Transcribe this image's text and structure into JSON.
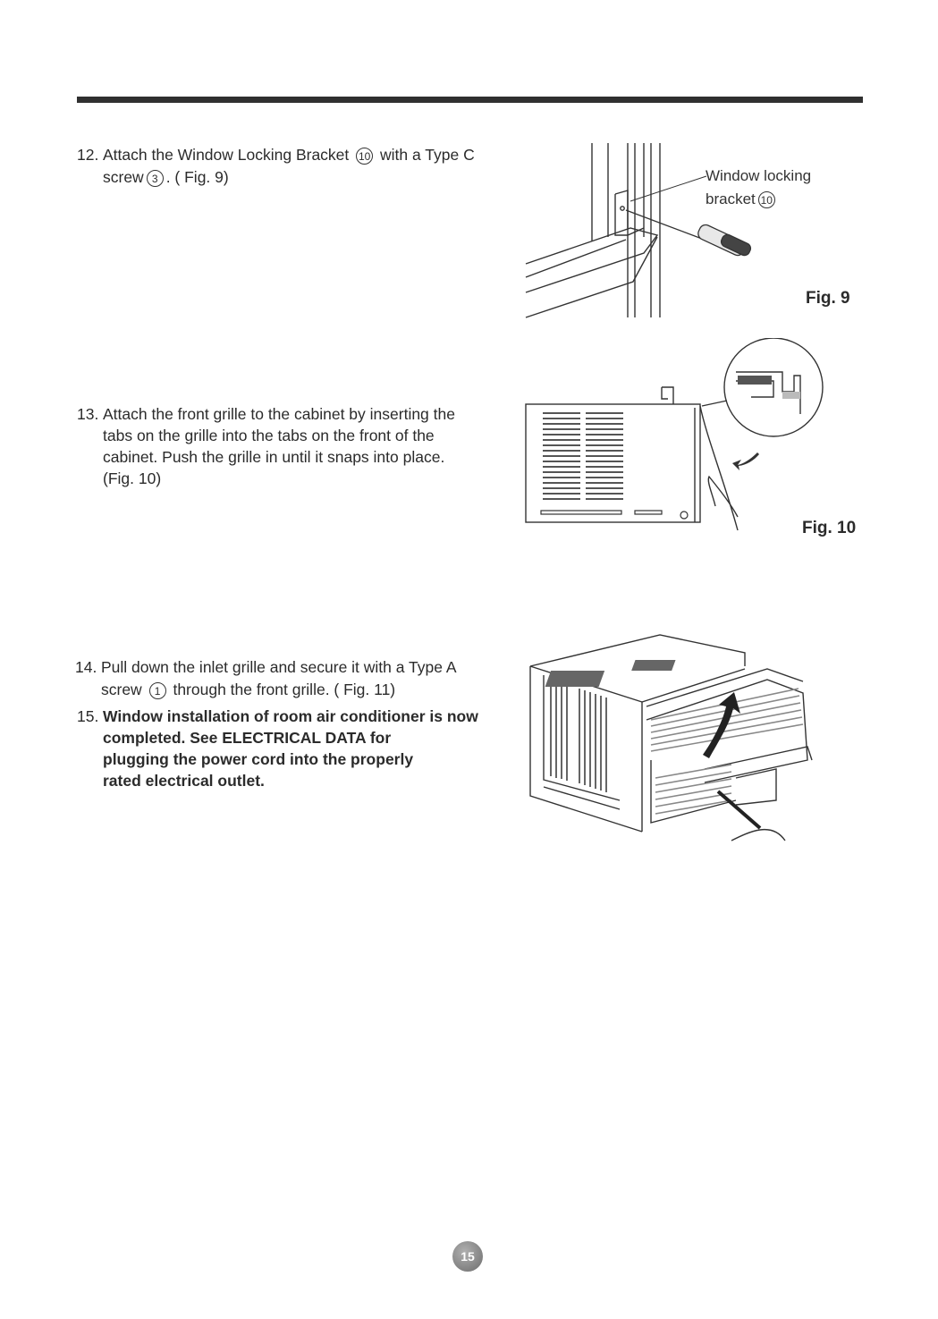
{
  "steps": [
    {
      "number": "12.",
      "line1_pre": "Attach the Window Locking Bracket",
      "line1_ref": "10",
      "line1_post": "with a Type C",
      "line2_pre": "screw",
      "line2_ref": "3",
      "line2_post": ". ( Fig. 9)"
    },
    {
      "number": "13.",
      "lines": [
        "Attach the front grille to the cabinet by inserting the",
        "tabs on the grille into the tabs on the front of the",
        "cabinet. Push the grille in until it snaps into place.",
        "(Fig. 10)"
      ]
    },
    {
      "number": "14.",
      "line1": "Pull down the inlet grille and secure it with a Type A",
      "line2_pre": "screw",
      "line2_ref": "1",
      "line2_post": "through the front grille. ( Fig. 11)"
    },
    {
      "number": "15.",
      "lines": [
        "Window installation of room air conditioner is now",
        "completed. See ELECTRICAL DATA for",
        "plugging the power cord into the properly",
        "rated electrical outlet."
      ]
    }
  ],
  "figures": {
    "fig9": {
      "label": "Fig. 9",
      "callout_line1": "Window locking",
      "callout_line2": "bracket",
      "callout_ref": "10"
    },
    "fig10": {
      "label": "Fig. 10"
    }
  },
  "page_number": "15"
}
